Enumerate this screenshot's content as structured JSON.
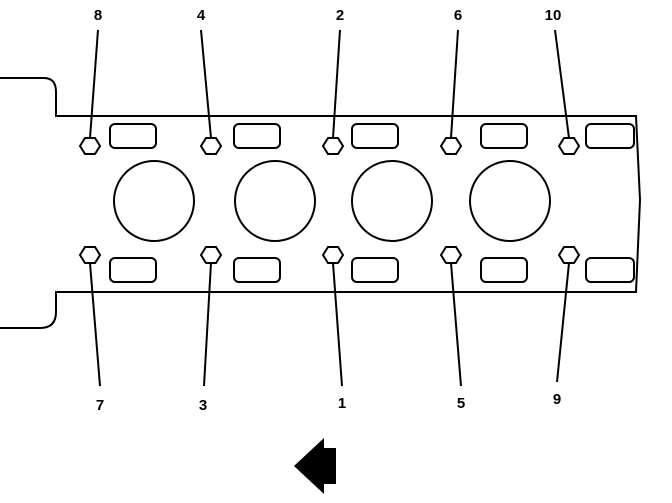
{
  "diagram": {
    "bolt_labels_top": [
      "8",
      "4",
      "2",
      "6",
      "10"
    ],
    "bolt_labels_bottom": [
      "7",
      "3",
      "1",
      "5",
      "9"
    ],
    "cylinder_count": 4,
    "direction_arrow": "left-arrow-icon",
    "colors": {
      "line": "#000000",
      "background": "#ffffff"
    }
  }
}
